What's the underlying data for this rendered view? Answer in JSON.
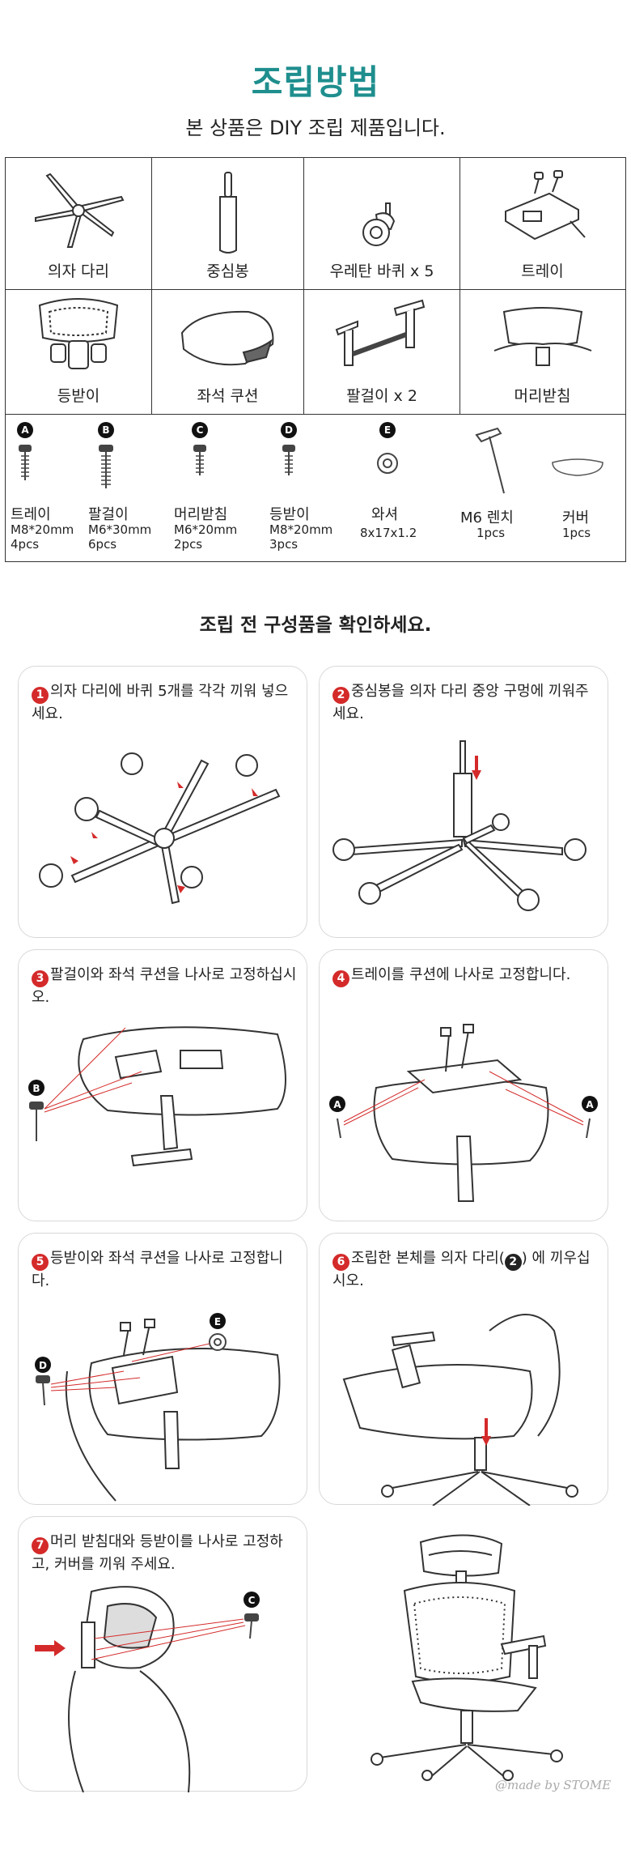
{
  "header": {
    "title": "조립방법",
    "subtitle": "본 상품은 DIY 조립 제품입니다."
  },
  "parts": {
    "row1": [
      {
        "label": "의자 다리",
        "icon": "chair-base-icon"
      },
      {
        "label": "중심봉",
        "icon": "gas-cylinder-icon"
      },
      {
        "label": "우레탄 바퀴 x 5",
        "icon": "caster-wheel-icon"
      },
      {
        "label": "트레이",
        "icon": "tray-mechanism-icon"
      }
    ],
    "row2": [
      {
        "label": "등받이",
        "icon": "backrest-icon"
      },
      {
        "label": "좌석 쿠션",
        "icon": "seat-cushion-icon"
      },
      {
        "label": "팔걸이 x 2",
        "icon": "armrest-icon"
      },
      {
        "label": "머리받침",
        "icon": "headrest-icon"
      }
    ],
    "hardware": [
      {
        "badge": "A",
        "name": "트레이",
        "spec": "M8*20mm",
        "qty": "4pcs"
      },
      {
        "badge": "B",
        "name": "팔걸이",
        "spec": "M6*30mm",
        "qty": "6pcs"
      },
      {
        "badge": "C",
        "name": "머리받침",
        "spec": "M6*20mm",
        "qty": "2pcs"
      },
      {
        "badge": "D",
        "name": "등받이",
        "spec": "M8*20mm",
        "qty": "3pcs"
      },
      {
        "badge": "E",
        "name": "와셔",
        "spec": "8x17x1.2"
      },
      {
        "name": "M6 렌치",
        "qty": "1pcs"
      },
      {
        "name": "커버",
        "qty": "1pcs"
      }
    ]
  },
  "section_title": "조립 전 구성품을 확인하세요.",
  "steps": [
    {
      "num": "1",
      "text": "의자 다리에 바퀴 5개를 각각 끼워 넣으세요."
    },
    {
      "num": "2",
      "text": "중심봉을 의자 다리 중앙 구멍에 끼워주세요."
    },
    {
      "num": "3",
      "text": "팔걸이와 좌석 쿠션을 나사로 고정하십시오."
    },
    {
      "num": "4",
      "text": "트레이를 쿠션에 나사로 고정합니다."
    },
    {
      "num": "5",
      "text": "등받이와 좌석 쿠션을 나사로 고정합니다."
    },
    {
      "num": "6",
      "text_before": "조립한 본체를 의자 다리(",
      "ref": "2",
      "text_after": ") 에 끼우십시오."
    },
    {
      "num": "7",
      "text": "머리 받침대와 등받이를 나사로 고정하고, 커버를 끼워 주세요."
    }
  ],
  "step_badges": {
    "s3": "B",
    "s4": "A",
    "s5_d": "D",
    "s5_e": "E",
    "s7": "C"
  },
  "watermark": "@made by STOME",
  "colors": {
    "title": "#1f8e8e",
    "step_number": "#d42a2a",
    "arrow": "#d42a2a"
  }
}
